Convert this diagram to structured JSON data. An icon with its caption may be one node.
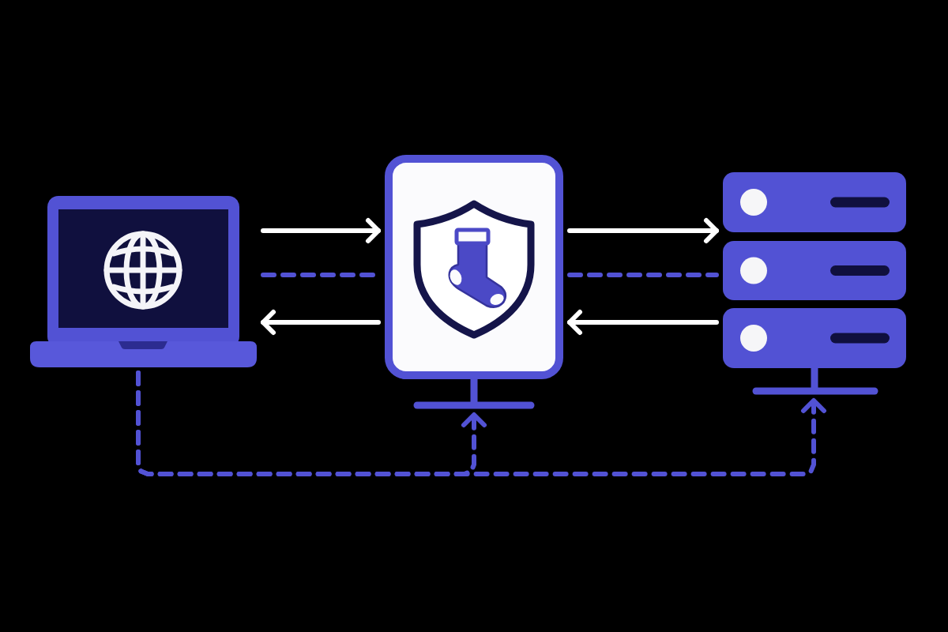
{
  "diagram": {
    "nodes": [
      {
        "text": [],
        "shape": "picture"
      },
      {
        "text": [],
        "shape": "picture"
      },
      {
        "text": [],
        "shape": "picture"
      }
    ],
    "edges": [
      {
        "from": 0,
        "to": 1,
        "arrow": "to",
        "color": "#ffffff"
      },
      {
        "from": 0,
        "to": 1,
        "arrow": "none",
        "style": "dashed",
        "color": "#5252d4"
      },
      {
        "from": 1,
        "to": 0,
        "arrow": "to",
        "color": "#ffffff"
      },
      {
        "from": 1,
        "to": 2,
        "arrow": "to",
        "color": "#ffffff"
      },
      {
        "from": 1,
        "to": 2,
        "arrow": "none",
        "style": "dashed",
        "color": "#5252d4"
      },
      {
        "from": 2,
        "to": 1,
        "arrow": "to",
        "color": "#ffffff"
      },
      {
        "from": 0,
        "to": 1,
        "arrow": "to",
        "style": "dashed",
        "color": "#5252d4"
      },
      {
        "from": 0,
        "to": 2,
        "arrow": "to",
        "style": "dashed",
        "color": "#5252d4"
      }
    ]
  }
}
